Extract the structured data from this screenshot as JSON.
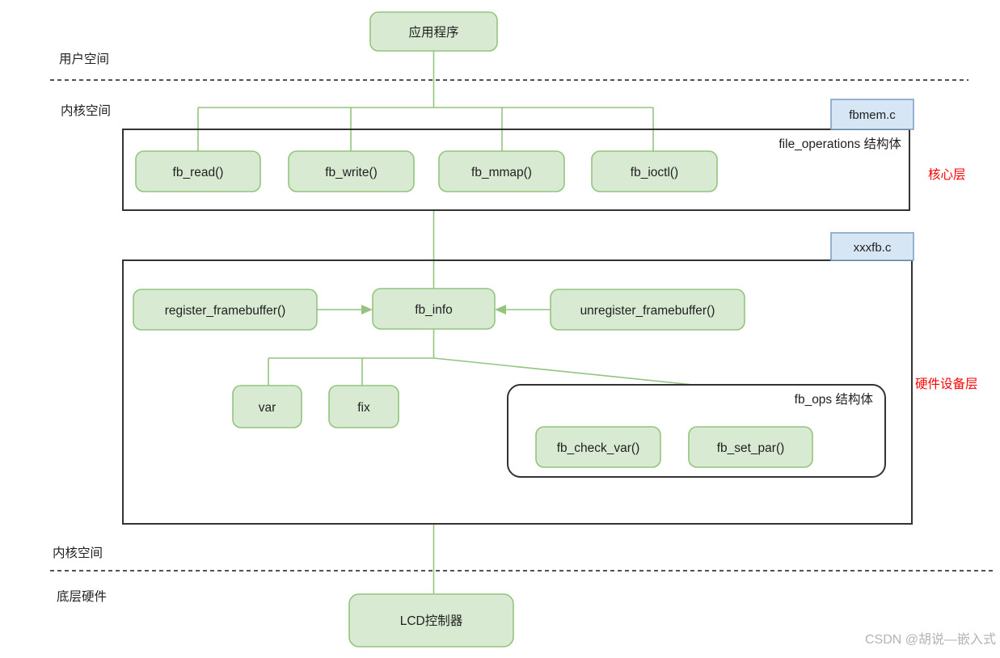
{
  "diagram": {
    "zones": {
      "user_space": "用户空间",
      "kernel_space_top": "内核空间",
      "kernel_space_bottom": "内核空间",
      "hardware": "底层硬件"
    },
    "layer_labels": {
      "core_layer": "核心层",
      "hw_device_layer": "硬件设备层"
    },
    "files": {
      "fbmem": "fbmem.c",
      "xxxfb": "xxxfb.c"
    },
    "structs": {
      "file_operations": "file_operations 结构体",
      "fb_ops": "fb_ops 结构体"
    },
    "nodes": {
      "app": "应用程序",
      "fb_read": "fb_read()",
      "fb_write": "fb_write()",
      "fb_mmap": "fb_mmap()",
      "fb_ioctl": "fb_ioctl()",
      "register_framebuffer": "register_framebuffer()",
      "fb_info": "fb_info",
      "unregister_framebuffer": "unregister_framebuffer()",
      "var": "var",
      "fix": "fix",
      "fb_check_var": "fb_check_var()",
      "fb_set_par": "fb_set_par()",
      "lcd_controller": "LCD控制器"
    },
    "watermark": "CSDN @胡说—嵌入式",
    "colors": {
      "node_fill": "#d9ead3",
      "node_stroke": "#93c47d",
      "connector": "#93c47d",
      "file_fill": "#d7e6f5",
      "file_stroke": "#7a9cc6",
      "container_stroke": "#333333",
      "layer_label": "#ff0000",
      "watermark": "#b3b3b3",
      "background": "#ffffff"
    }
  }
}
